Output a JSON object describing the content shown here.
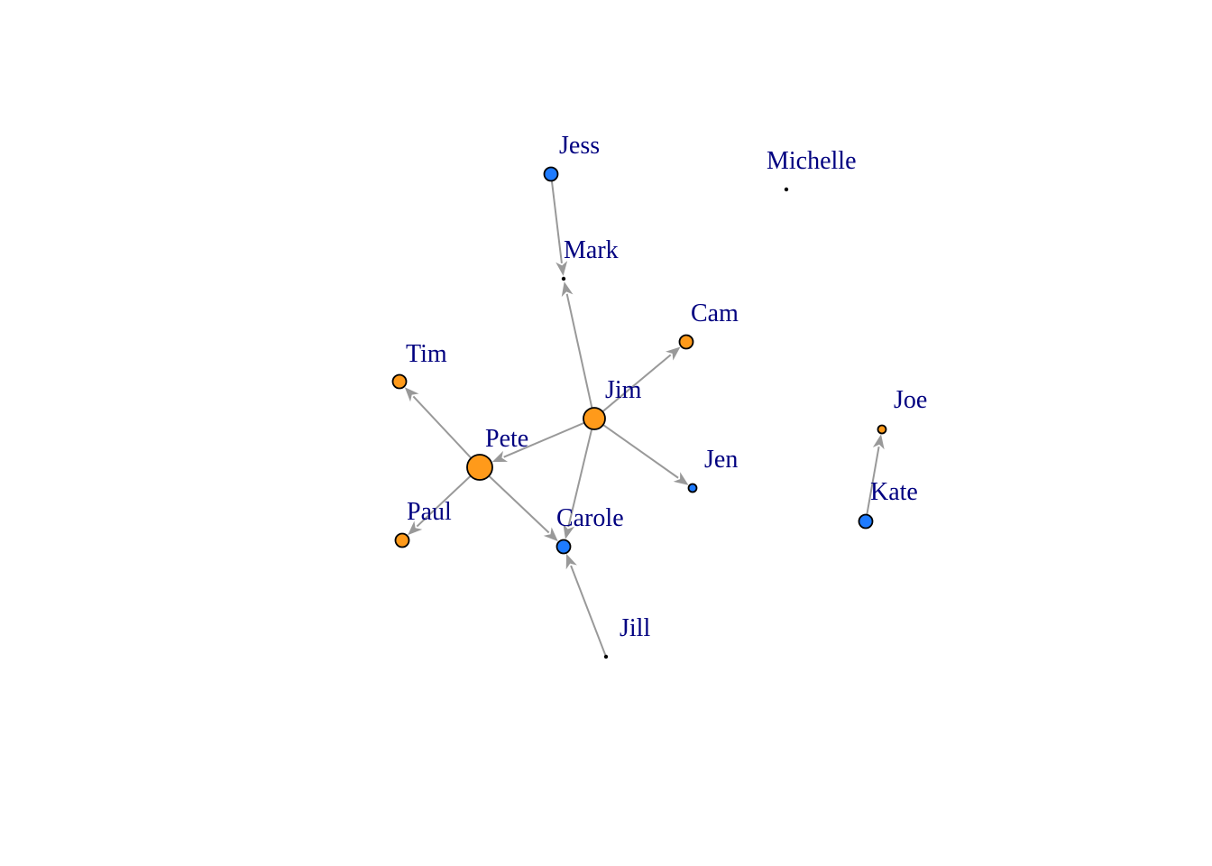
{
  "colors": {
    "orange": "#FF9A1A",
    "blue": "#1E7BFF",
    "black": "#000000",
    "label": "#000080",
    "edge": "#999999"
  },
  "nodes": [
    {
      "id": "Jess",
      "label": "Jess",
      "color": "blue",
      "size": "small"
    },
    {
      "id": "Michelle",
      "label": "Michelle",
      "color": "black",
      "size": "dot"
    },
    {
      "id": "Mark",
      "label": "Mark",
      "color": "black",
      "size": "dot"
    },
    {
      "id": "Cam",
      "label": "Cam",
      "color": "orange",
      "size": "small"
    },
    {
      "id": "Tim",
      "label": "Tim",
      "color": "orange",
      "size": "small"
    },
    {
      "id": "Jim",
      "label": "Jim",
      "color": "orange",
      "size": "medium"
    },
    {
      "id": "Joe",
      "label": "Joe",
      "color": "orange",
      "size": "tiny"
    },
    {
      "id": "Pete",
      "label": "Pete",
      "color": "orange",
      "size": "large"
    },
    {
      "id": "Jen",
      "label": "Jen",
      "color": "blue",
      "size": "tiny"
    },
    {
      "id": "Kate",
      "label": "Kate",
      "color": "blue",
      "size": "small"
    },
    {
      "id": "Paul",
      "label": "Paul",
      "color": "orange",
      "size": "small"
    },
    {
      "id": "Carole",
      "label": "Carole",
      "color": "blue",
      "size": "small"
    },
    {
      "id": "Jill",
      "label": "Jill",
      "color": "black",
      "size": "dot"
    }
  ],
  "edges": [
    {
      "from": "Jess",
      "to": "Mark"
    },
    {
      "from": "Jim",
      "to": "Mark"
    },
    {
      "from": "Jim",
      "to": "Cam"
    },
    {
      "from": "Jim",
      "to": "Pete"
    },
    {
      "from": "Jim",
      "to": "Jen"
    },
    {
      "from": "Jim",
      "to": "Carole"
    },
    {
      "from": "Pete",
      "to": "Tim"
    },
    {
      "from": "Pete",
      "to": "Paul"
    },
    {
      "from": "Pete",
      "to": "Carole"
    },
    {
      "from": "Jill",
      "to": "Carole"
    },
    {
      "from": "Kate",
      "to": "Joe"
    }
  ]
}
